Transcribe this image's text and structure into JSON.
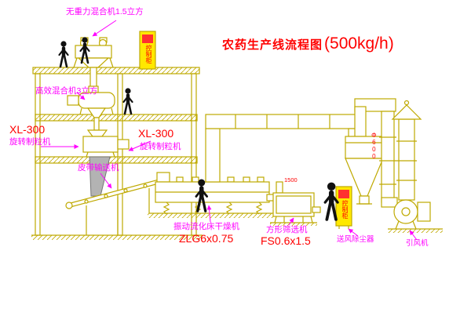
{
  "title": {
    "text": "农药生产线流程图",
    "capacity": "(500kg/h)"
  },
  "equipment_labels": {
    "gravity_free_mixer": "无重力混合机1.5立方",
    "high_efficiency_mixer": "高效混合机3立方",
    "granulator_left_model": "XL-300",
    "granulator_left_name": "旋转制粒机",
    "granulator_center_model": "XL-300",
    "granulator_center_name": "旋转制粒机",
    "belt_conveyor": "皮带输送机",
    "fluid_bed_dryer": "振动流化床干燥机",
    "fluid_bed_dryer_model": "ZLG6x0.75",
    "square_sieve": "方形筛选机",
    "square_sieve_model": "FS0.6x1.5",
    "air_dust_collector": "送风除尘器",
    "induced_draft_fan": "引风机",
    "duct_diameter": "Φ600",
    "sieve_note": "1500",
    "control_cabinet_top": "控制柜",
    "control_cabinet_right": "控制柜"
  },
  "colors": {
    "cad_line": "#bfa900",
    "label_magenta": "#ff00ff",
    "label_red": "#ff0000",
    "cabinet_fill": "#ffe800",
    "figure_black": "#111111",
    "background": "#ffffff"
  }
}
